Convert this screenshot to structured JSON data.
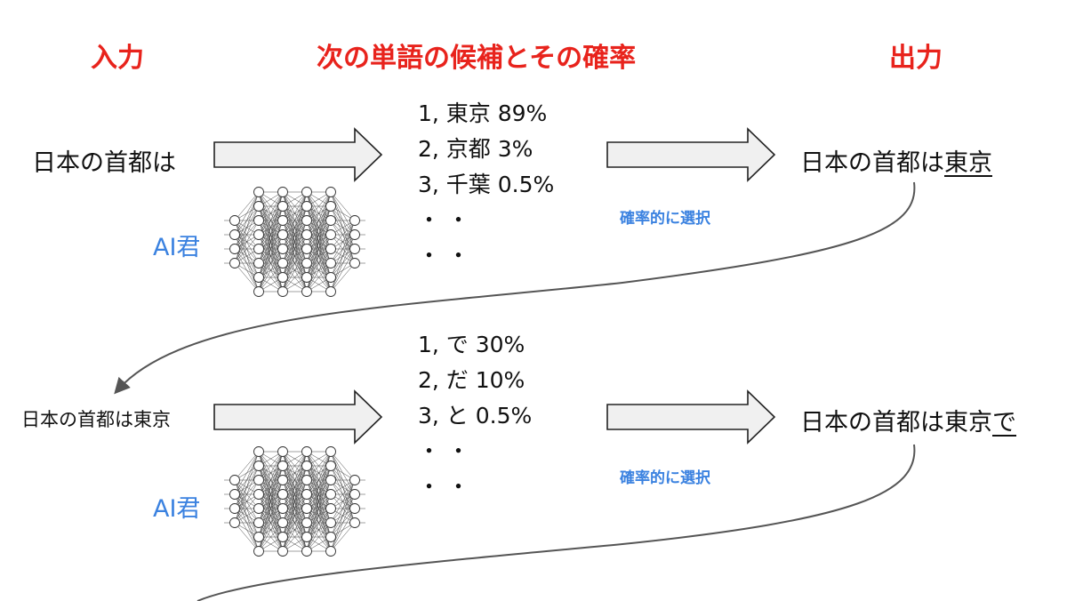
{
  "headers": {
    "input": "入力",
    "candidates": "次の単語の候補とその確率",
    "output": "出力"
  },
  "step1": {
    "input_text": "日本の首都は",
    "candidates": [
      "1, 東京  89%",
      "2, 京都 3%",
      "3, 千葉 0.5%",
      "・ ・",
      "・ ・"
    ],
    "select_label": "確率的に選択",
    "output_prefix": "日本の首都は",
    "output_selected": "東京",
    "ai_label": "AI君"
  },
  "step2": {
    "input_text": "日本の首都は東京",
    "candidates": [
      "1, で  30%",
      "2, だ 10%",
      "3, と 0.5%",
      "・ ・",
      "・ ・"
    ],
    "select_label": "確率的に選択",
    "output_prefix": "日本の首都は東京",
    "output_selected": "で",
    "ai_label": "AI君"
  },
  "colors": {
    "header": "#e8231c",
    "accent_blue": "#3b82e0",
    "arrow_fill": "#f0f0f0",
    "arrow_stroke": "#222222",
    "curve": "#555555"
  },
  "icons": {
    "arrow": "right-arrow-icon",
    "network": "neural-network-icon"
  }
}
